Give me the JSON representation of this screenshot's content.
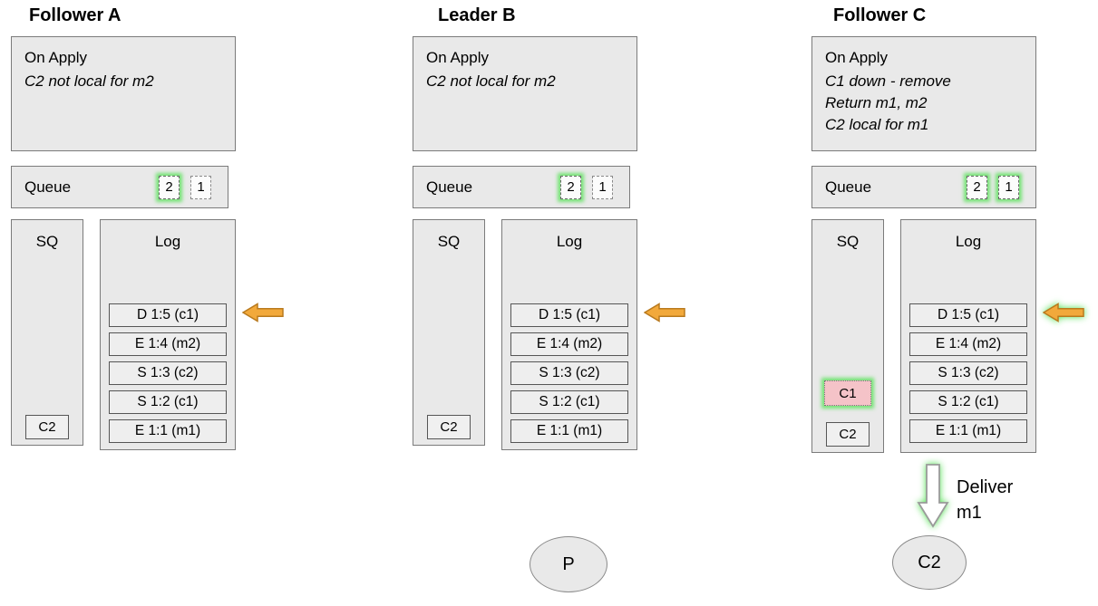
{
  "colors": {
    "box_fill": "#e9e9e9",
    "box_border": "#7b7b7b",
    "arrow_orange": "#f2a93b",
    "arrow_orange_border": "#b97a1e",
    "highlight_green": "#76e376",
    "pink_fill": "#f5c3c8"
  },
  "columns": [
    {
      "title": "Follower A",
      "on_apply": {
        "title": "On Apply",
        "notes": [
          "C2 not local for m2"
        ]
      },
      "queue": {
        "label": "Queue",
        "items": [
          {
            "value": "2",
            "highlighted": true
          },
          {
            "value": "1",
            "highlighted": false
          }
        ]
      },
      "sq": {
        "label": "SQ",
        "slots": [
          {
            "value": "C2",
            "variant": "normal"
          }
        ]
      },
      "log": {
        "label": "Log",
        "entries": [
          "D 1:5 (c1)",
          "E 1:4 (m2)",
          "S 1:3 (c2)",
          "S 1:2 (c1)",
          "E 1:1 (m1)"
        ],
        "arrow": "orange"
      }
    },
    {
      "title": "Leader B",
      "on_apply": {
        "title": "On Apply",
        "notes": [
          "C2 not local for m2"
        ]
      },
      "queue": {
        "label": "Queue",
        "items": [
          {
            "value": "2",
            "highlighted": true
          },
          {
            "value": "1",
            "highlighted": false
          }
        ]
      },
      "sq": {
        "label": "SQ",
        "slots": [
          {
            "value": "C2",
            "variant": "normal"
          }
        ]
      },
      "log": {
        "label": "Log",
        "entries": [
          "D 1:5 (c1)",
          "E 1:4 (m2)",
          "S 1:3 (c2)",
          "S 1:2 (c1)",
          "E 1:1 (m1)"
        ],
        "arrow": "orange"
      },
      "client": {
        "label": "P"
      }
    },
    {
      "title": "Follower C",
      "on_apply": {
        "title": "On Apply",
        "notes": [
          "C1 down - remove",
          "Return m1, m2",
          "C2 local for m1"
        ]
      },
      "queue": {
        "label": "Queue",
        "items": [
          {
            "value": "2",
            "highlighted": true
          },
          {
            "value": "1",
            "highlighted": true
          }
        ]
      },
      "sq": {
        "label": "SQ",
        "slots": [
          {
            "value": "C1",
            "variant": "pink-highlight"
          },
          {
            "value": "C2",
            "variant": "normal"
          }
        ]
      },
      "log": {
        "label": "Log",
        "entries": [
          "D 1:5 (c1)",
          "E 1:4 (m2)",
          "S 1:3 (c2)",
          "S 1:2 (c1)",
          "E 1:1 (m1)"
        ],
        "arrow": "orange-glow"
      },
      "deliver": {
        "label": "Deliver m1"
      },
      "client": {
        "label": "C2"
      }
    }
  ]
}
